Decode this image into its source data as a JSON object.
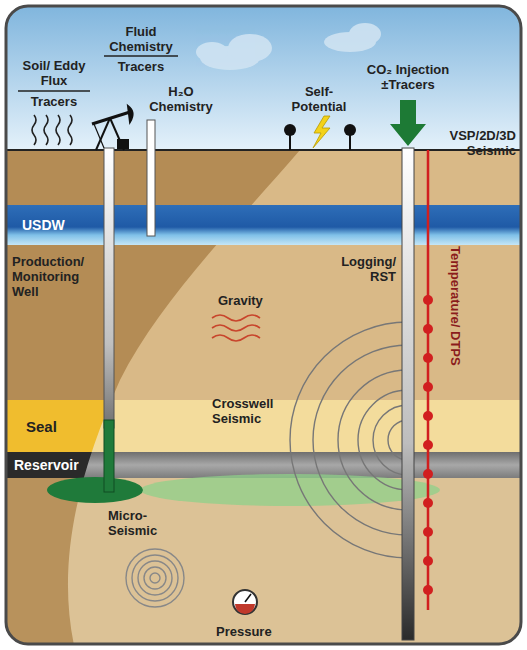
{
  "diagram": {
    "nodes": [
      {
        "text": [
          "USDW"
        ]
      },
      {
        "text": [
          "Seal"
        ]
      },
      {
        "text": [
          "Reservoir"
        ]
      }
    ],
    "labels": [
      "Soil/ Eddy Flux",
      "Tracers",
      "Fluid Chemistry",
      "Tracers",
      "H₂O Chemistry",
      "Self- Potential",
      "CO₂ Injection ±Tracers",
      "VSP/2D/3D Seismic",
      "Production/ Monitoring Well",
      "Logging/ RST",
      "Gravity",
      "Temperature/ DTPS",
      "Crosswell Seismic",
      "Micro- Seismic",
      "Pressure"
    ]
  }
}
